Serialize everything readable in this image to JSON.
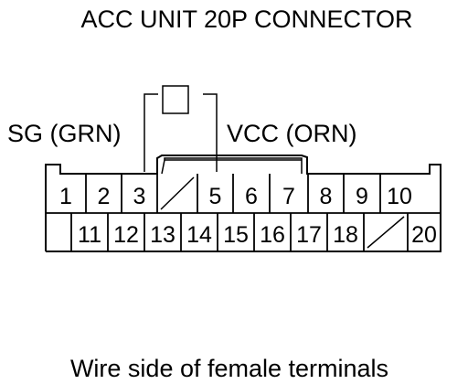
{
  "title": "ACC UNIT 20P CONNECTOR",
  "caption": "Wire side of female terminals",
  "wires": {
    "sg": "SG (GRN)",
    "vcc": "VCC (ORN)"
  },
  "top_row": [
    "1",
    "2",
    "3",
    "",
    "5",
    "6",
    "7",
    "8",
    "9",
    "10"
  ],
  "bottom_row": [
    "",
    "11",
    "12",
    "13",
    "14",
    "15",
    "16",
    "17",
    "18",
    "",
    "20"
  ],
  "colors": {
    "line": "#000000",
    "background": "#ffffff"
  }
}
